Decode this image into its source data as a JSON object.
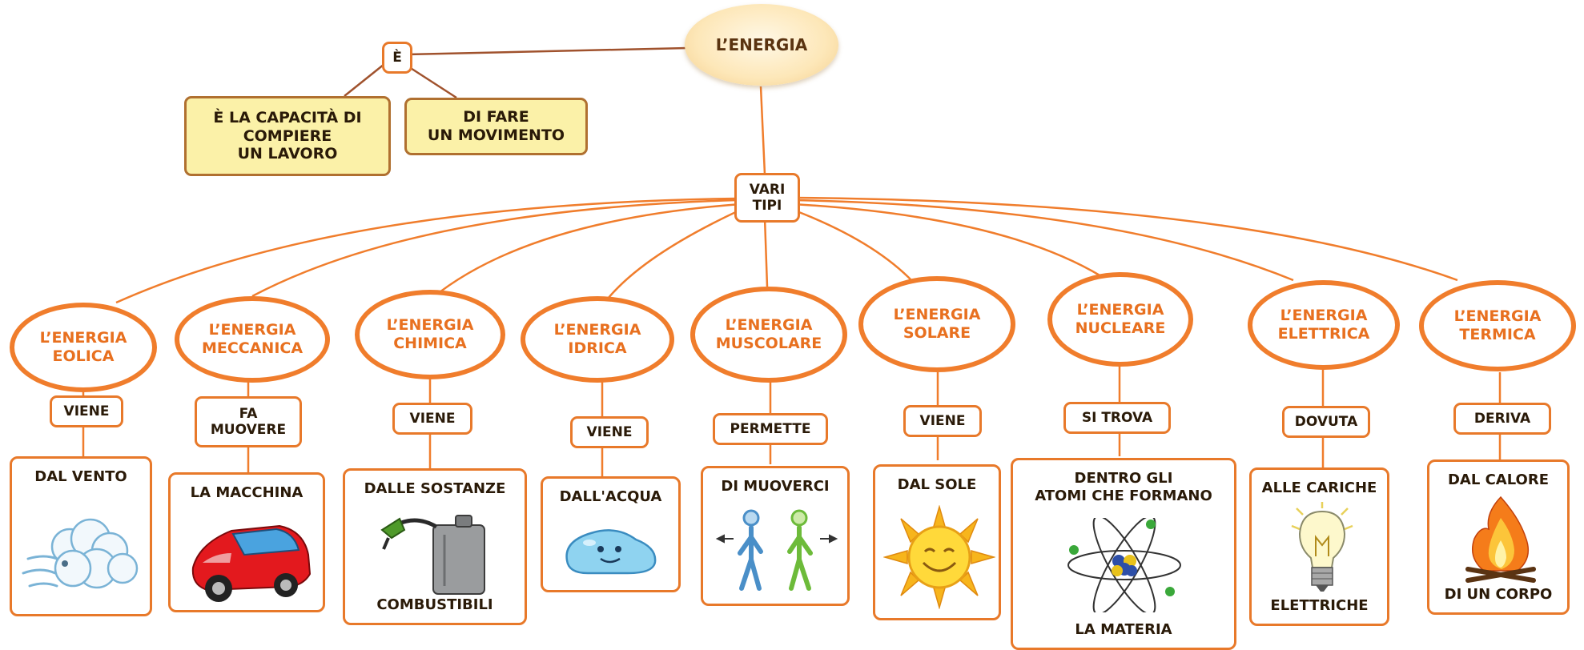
{
  "root": {
    "label": "L’ENERGIA"
  },
  "definition": {
    "link": "È",
    "box1": "È LA CAPACITÀ DI\nCOMPIERE\nUN LAVORO",
    "box2": "DI FARE\nUN MOVIMENTO"
  },
  "vari_tipi": "VARI\nTIPI",
  "types": [
    {
      "label": "L’ENERGIA\nEOLICA",
      "link": "VIENE",
      "result_top": "DAL VENTO",
      "result_bottom": "",
      "icon": "wind-cloud-icon"
    },
    {
      "label": "L’ENERGIA\nMECCANICA",
      "link": "FA\nMUOVERE",
      "result_top": "LA MACCHINA",
      "result_bottom": "",
      "icon": "red-car-icon"
    },
    {
      "label": "L’ENERGIA\nCHIMICA",
      "link": "VIENE",
      "result_top": "DALLE SOSTANZE",
      "result_bottom": "COMBUSTIBILI",
      "icon": "fuel-can-icon"
    },
    {
      "label": "L’ENERGIA\nIDRICA",
      "link": "VIENE",
      "result_top": "DALL'ACQUA",
      "result_bottom": "",
      "icon": "water-drop-icon"
    },
    {
      "label": "L’ENERGIA\nMUSCOLARE",
      "link": "PERMETTE",
      "result_top": "DI MUOVERCI",
      "result_bottom": "",
      "icon": "walking-people-icon"
    },
    {
      "label": "L’ENERGIA\nSOLARE",
      "link": "VIENE",
      "result_top": "DAL SOLE",
      "result_bottom": "",
      "icon": "smiling-sun-icon"
    },
    {
      "label": "L’ENERGIA\nNUCLEARE",
      "link": "SI TROVA",
      "result_top": "DENTRO GLI\nATOMI CHE FORMANO",
      "result_bottom": "LA MATERIA",
      "icon": "atom-icon"
    },
    {
      "label": "L’ENERGIA\nELETTRICA",
      "link": "DOVUTA",
      "result_top": "ALLE CARICHE",
      "result_bottom": "ELETTRICHE",
      "icon": "light-bulb-icon"
    },
    {
      "label": "L’ENERGIA\nTERMICA",
      "link": "DERIVA",
      "result_top": "DAL CALORE",
      "result_bottom": "DI UN CORPO",
      "icon": "campfire-icon"
    }
  ],
  "colors": {
    "orange": "#f07d2c",
    "yellow_box": "#fbf1a8",
    "brown_line": "#a0522d",
    "type_text": "#e8701f"
  }
}
